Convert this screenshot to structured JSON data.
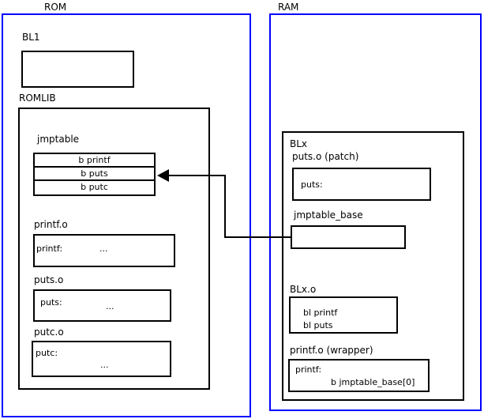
{
  "diagram": {
    "colors": {
      "frame": "#0000ff",
      "line": "#000000"
    },
    "rom": {
      "title": "ROM",
      "bl1": {
        "label": "BL1"
      },
      "romlib": {
        "label": "ROMLIB",
        "jmptable": {
          "label": "jmptable",
          "rows": [
            "b printf",
            "b puts",
            "b putc"
          ]
        },
        "objects": [
          {
            "label": "printf.o",
            "symbol": "printf:",
            "body": "..."
          },
          {
            "label": "puts.o",
            "symbol": "puts:",
            "body": "..."
          },
          {
            "label": "putc.o",
            "symbol": "putc:",
            "body": "..."
          }
        ]
      }
    },
    "ram": {
      "title": "RAM",
      "blx": {
        "label": "BLx",
        "puts_patch": {
          "label": "puts.o (patch)",
          "symbol": "puts:"
        },
        "jmptable_base": {
          "label": "jmptable_base"
        },
        "blx_o": {
          "label": "BLx.o",
          "instructions": [
            "bl printf",
            "bl puts"
          ]
        },
        "printf_wrapper": {
          "label": "printf.o (wrapper)",
          "symbol": "printf:",
          "instruction": "b jmptable_base[0]"
        }
      }
    }
  }
}
